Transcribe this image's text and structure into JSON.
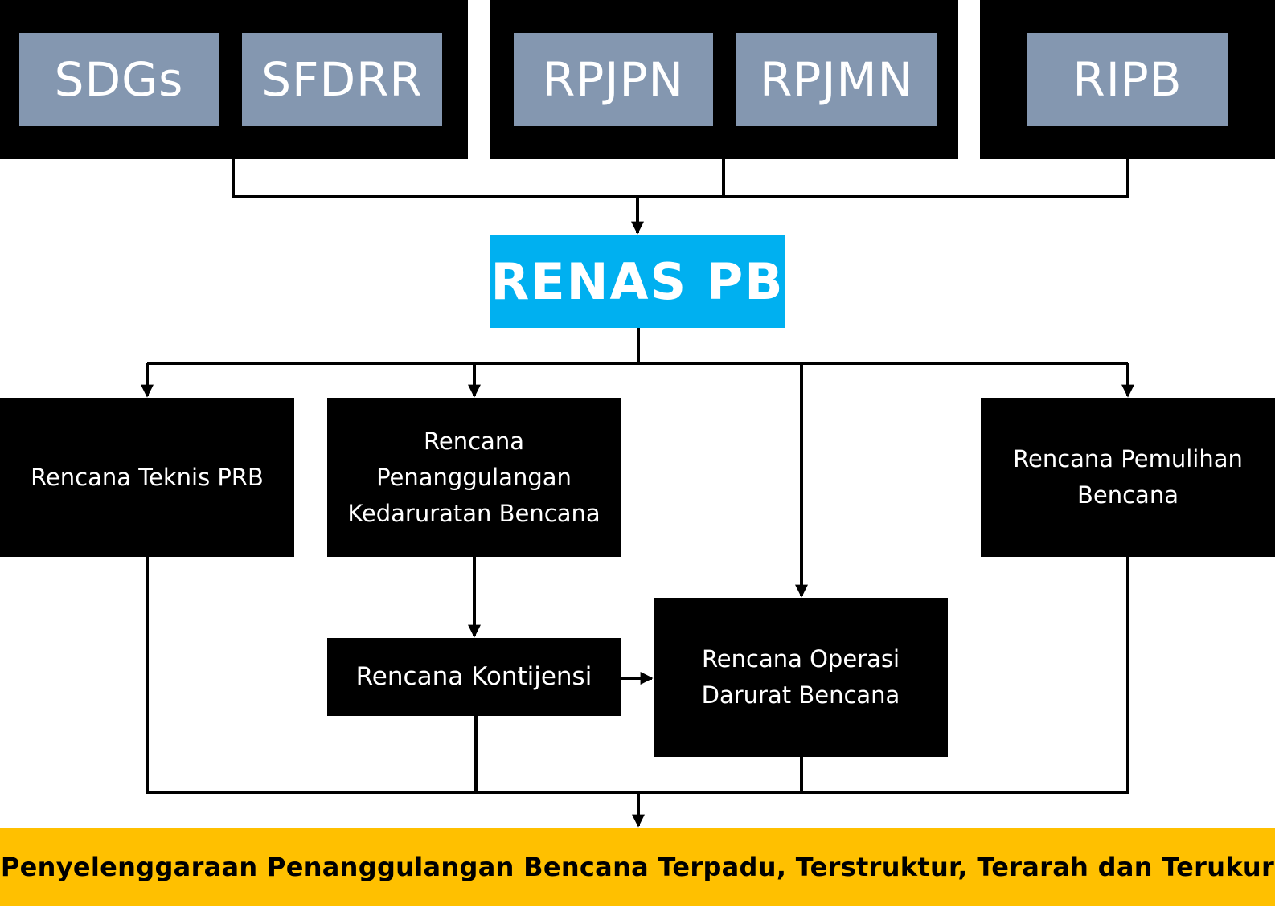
{
  "colors": {
    "reference_box": "#8497B0",
    "reference_group": "#000000",
    "central_box": "#00B0F0",
    "plan_box": "#000000",
    "footer_bar": "#FFC000",
    "connector": "#000000"
  },
  "reference_groups": [
    {
      "items": [
        {
          "label": "SDGs"
        },
        {
          "label": "SFDRR"
        }
      ]
    },
    {
      "items": [
        {
          "label": "RPJPN"
        },
        {
          "label": "RPJMN"
        }
      ]
    },
    {
      "items": [
        {
          "label": "RIPB"
        }
      ]
    }
  ],
  "central": {
    "label": "RENAS PB"
  },
  "plans": [
    {
      "label": "Rencana Teknis PRB"
    },
    {
      "label": "Rencana Penanggulangan Kedaruratan Bencana"
    },
    {
      "label": "Rencana Kontijensi"
    },
    {
      "label": "Rencana Operasi Darurat Bencana"
    },
    {
      "label": "Rencana Pemulihan Bencana"
    }
  ],
  "footer": {
    "label": "Penyelenggaraan Penanggulangan Bencana Terpadu, Terstruktur, Terarah dan Terukur"
  }
}
